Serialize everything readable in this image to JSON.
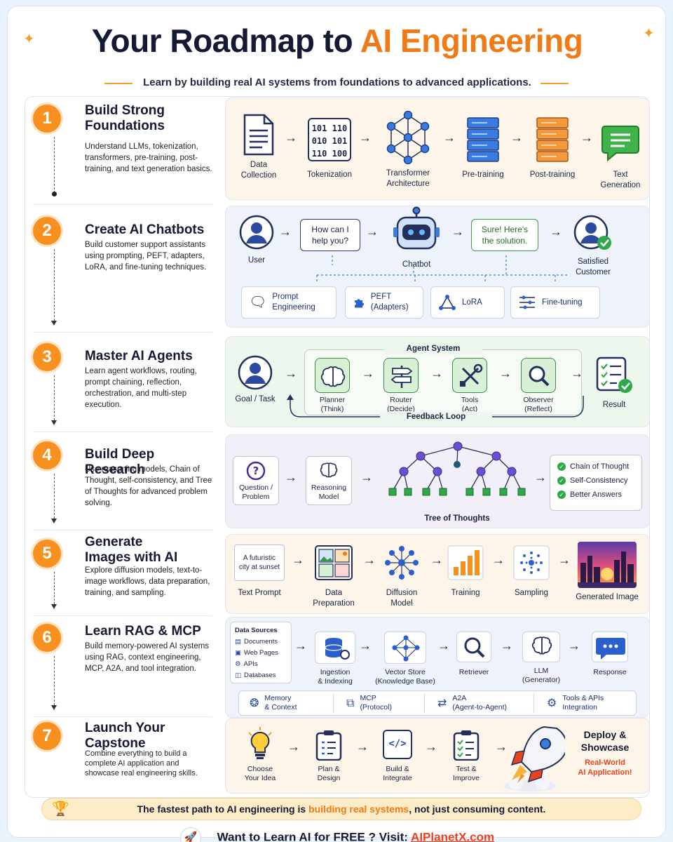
{
  "header": {
    "title_main": "Your Roadmap to ",
    "title_accent": "AI Engineering",
    "subtitle": "Learn by building real AI systems from foundations to advanced applications."
  },
  "steps": [
    {
      "num": "1",
      "title": "Build Strong Foundations",
      "desc": "Understand LLMs, tokenization, transformers, pre-training, post-training, and text generation basics."
    },
    {
      "num": "2",
      "title": "Create AI Chatbots",
      "desc": "Build customer support assistants using prompting, PEFT, adapters, LoRA, and fine-tuning techniques."
    },
    {
      "num": "3",
      "title": "Master AI Agents",
      "desc": "Learn agent workflows, routing, prompt chaining, reflection, orchestration, and multi-step execution."
    },
    {
      "num": "4",
      "title": "Build Deep Research",
      "desc": "Use reasoning models, Chain of Thought, self-consistency, and Tree of Thoughts for advanced problem solving."
    },
    {
      "num": "5",
      "title": "Generate Images with AI",
      "desc": "Explore diffusion models, text-to-image workflows, data preparation, training, and sampling."
    },
    {
      "num": "6",
      "title": "Learn RAG & MCP",
      "desc": "Build memory-powered AI systems using RAG, context engineering, MCP, A2A, and tool integration."
    },
    {
      "num": "7",
      "title": "Launch Your Capstone",
      "desc": "Combine everything to build a complete AI application and showcase real engineering skills."
    }
  ],
  "panel1": {
    "tokens": [
      "101 110",
      "010 101",
      "110 100"
    ],
    "nodes": [
      "Data Collection",
      "Tokenization",
      "Transformer Architecture",
      "Pre-training",
      "Post-training",
      "Text Generation"
    ]
  },
  "panel2": {
    "user": "User",
    "bubble_q": "How can I help you?",
    "chatbot": "Chatbot",
    "bubble_a": "Sure! Here's the solution.",
    "customer": "Satisfied Customer",
    "chips": [
      "Prompt Engineering",
      "PEFT (Adapters)",
      "LoRA",
      "Fine-tuning"
    ]
  },
  "panel3": {
    "system_label": "Agent System",
    "goal": "Goal / Task",
    "nodes": [
      {
        "name": "Planner",
        "sub": "(Think)"
      },
      {
        "name": "Router",
        "sub": "(Decide)"
      },
      {
        "name": "Tools",
        "sub": "(Act)"
      },
      {
        "name": "Observer",
        "sub": "(Reflect)"
      }
    ],
    "result": "Result",
    "loop": "Feedback Loop"
  },
  "panel4": {
    "question": "Question / Problem",
    "model": "Reasoning Model",
    "tree_label": "Tree of Thoughts",
    "checks": [
      "Chain of Thought",
      "Self-Consistency",
      "Better Answers"
    ]
  },
  "panel5": {
    "prompt_text": "A futuristic city at sunset",
    "nodes": [
      "Text Prompt",
      "Data Preparation",
      "Diffusion Model",
      "Training",
      "Sampling",
      "Generated Image"
    ]
  },
  "panel6": {
    "sources_title": "Data Sources",
    "sources": [
      "Documents",
      "Web Pages",
      "APIs",
      "Databases"
    ],
    "nodes": [
      {
        "name": "Ingestion",
        "sub": "& Indexing"
      },
      {
        "name": "Vector Store",
        "sub": "(Knowledge Base)"
      },
      {
        "name": "Retriever",
        "sub": ""
      },
      {
        "name": "LLM",
        "sub": "(Generator)"
      },
      {
        "name": "Response",
        "sub": ""
      }
    ],
    "chips": [
      {
        "name": "Memory",
        "sub": "& Context"
      },
      {
        "name": "MCP",
        "sub": "(Protocol)"
      },
      {
        "name": "A2A",
        "sub": "(Agent-to-Agent)"
      },
      {
        "name": "Tools & APIs",
        "sub": "Integration"
      }
    ]
  },
  "panel7": {
    "nodes": [
      {
        "name": "Choose",
        "sub": "Your Idea"
      },
      {
        "name": "Plan &",
        "sub": "Design"
      },
      {
        "name": "Build &",
        "sub": "Integrate"
      },
      {
        "name": "Test &",
        "sub": "Improve"
      }
    ],
    "code_glyph": "</>",
    "deploy_1": "Deploy &",
    "deploy_2": "Showcase",
    "real_1": "Real-World",
    "real_2": "AI Application!"
  },
  "footer": {
    "lead": "The fastest path to AI engineering is ",
    "highlight": "building real systems",
    "tail": ", not just consuming content.",
    "visit_text": "Want to Learn AI for FREE ? Visit: ",
    "visit_link": "AIPlanetX.com"
  }
}
